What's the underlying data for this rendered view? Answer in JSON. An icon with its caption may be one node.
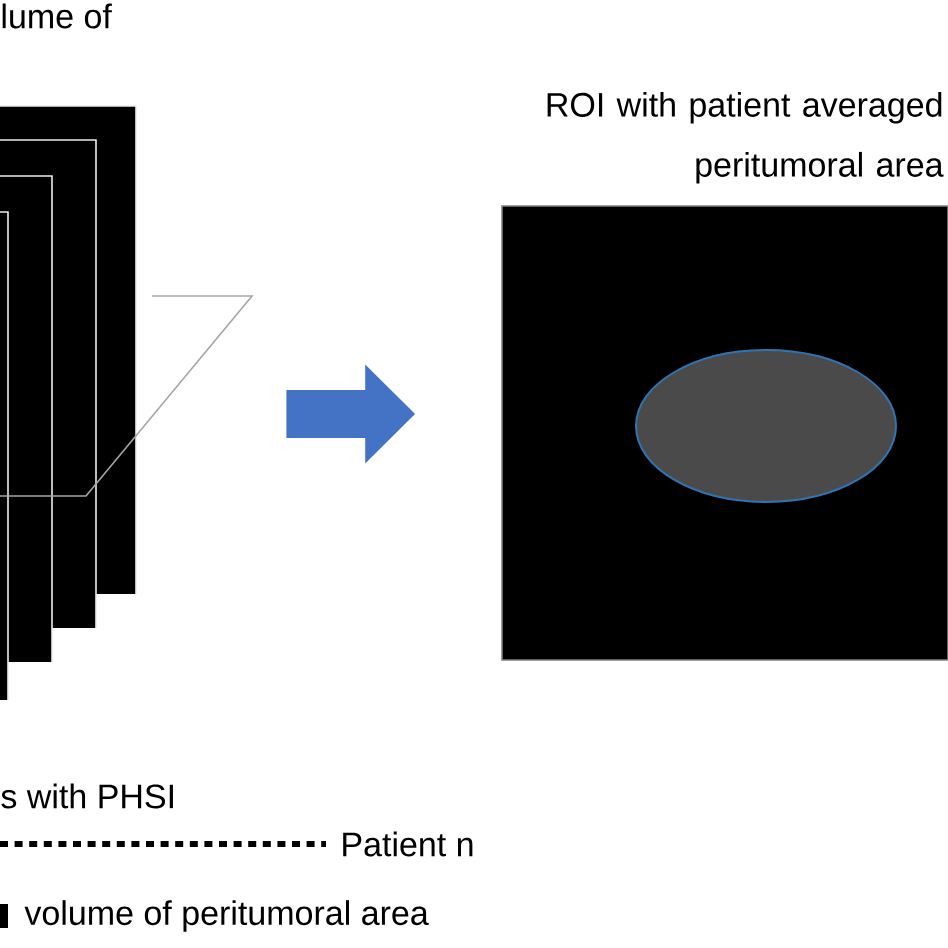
{
  "diagram": {
    "nodes": [
      {
        "text": [],
        "shape": "box"
      },
      {
        "text": [
          "ROI with patient averaged peritumoral area"
        ]
      },
      {
        "text": [],
        "shape": "ellipse",
        "in": 1
      }
    ],
    "edges": [
      {
        "from": 0,
        "to": 1,
        "arrow": "to"
      }
    ],
    "labels": [
      "lume of",
      "s with PHSI",
      "Patient n",
      "volume of peritumoral area"
    ]
  }
}
